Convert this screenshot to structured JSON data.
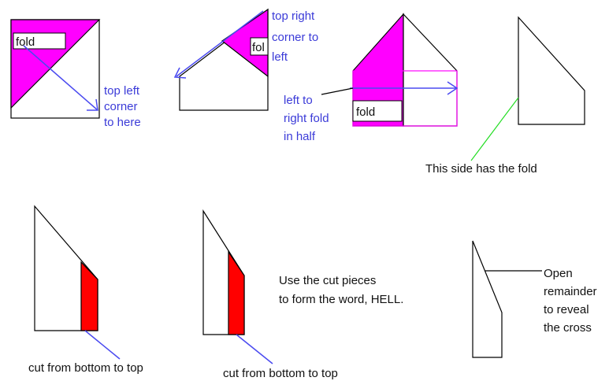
{
  "colors": {
    "magenta": "#ff00ff",
    "red": "#ff0000",
    "blue_text": "#3b3bd8",
    "blue_line": "#4a4af0",
    "green_line": "#22dd22"
  },
  "step1": {
    "fold_box": "fold",
    "caption": [
      "top left",
      "corner",
      "to here"
    ]
  },
  "step2": {
    "fold_box": "fol",
    "caption": [
      "top right",
      "corner to",
      "left"
    ]
  },
  "step3": {
    "fold_box": "fold",
    "caption": [
      "left to",
      "right fold",
      "in half"
    ]
  },
  "step4": {
    "caption": "This side has the fold"
  },
  "step5": {
    "caption": "cut from bottom to top"
  },
  "step6": {
    "caption": "cut from bottom to top",
    "note": [
      "Use the cut pieces",
      "to form the word, HELL."
    ]
  },
  "step7": {
    "caption": [
      "Open",
      "remainder",
      "to reveal",
      "the cross"
    ]
  }
}
